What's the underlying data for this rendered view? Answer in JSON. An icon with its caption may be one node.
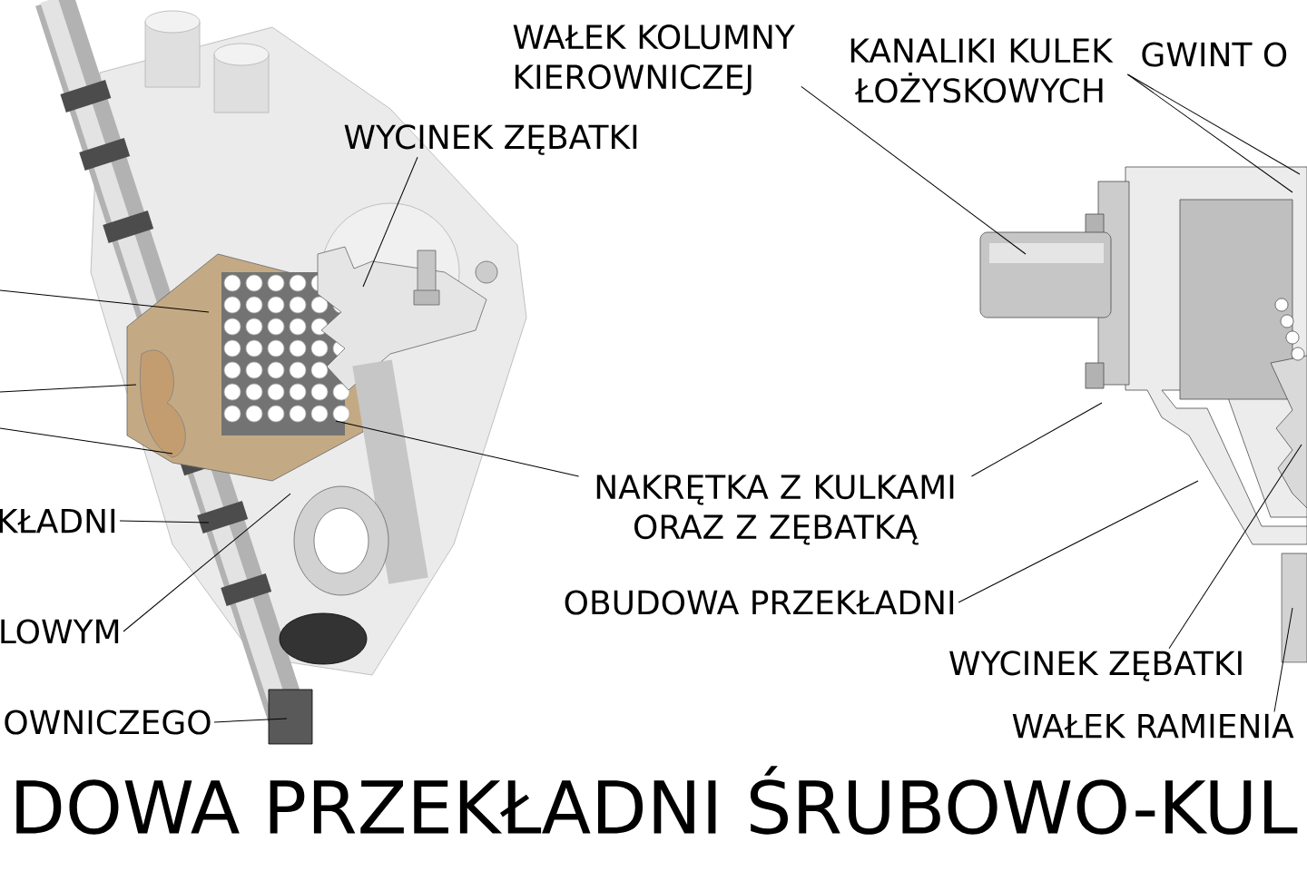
{
  "diagram": {
    "title": "DOWA PRZEKŁADNI ŚRUBOWO-KUL",
    "nodes": [
      {
        "text": [],
        "shape": "picture"
      },
      {
        "text": [],
        "shape": "picture"
      },
      {
        "text": [
          "WAŁEK KOLUMNY KIEROWNICZEJ"
        ]
      },
      {
        "text": [
          "KANALIKI KULEK ŁOŻYSKOWYCH"
        ]
      },
      {
        "text": [
          "WYCINEK ZĘBATKI"
        ]
      },
      {
        "text": [
          "KŁADNI"
        ]
      },
      {
        "text": [
          "NAKRĘTKA Z KULKAMI ORAZ Z ZĘBATKĄ"
        ]
      },
      {
        "text": [
          "OBUDOWA PRZEKŁADNI"
        ]
      },
      {
        "text": [
          "LOWYM"
        ]
      },
      {
        "text": [
          "WYCINEK ZĘBATKI"
        ]
      },
      {
        "text": [
          "OWNICZEGO"
        ]
      },
      {
        "text": [
          "WAŁEK RAMIENIA"
        ]
      }
    ],
    "edges": [
      {
        "from": 2,
        "to": 1,
        "arrow": "none"
      },
      {
        "from": 3,
        "to": 1,
        "arrow": "none"
      },
      {
        "from": 3,
        "to": 1,
        "arrow": "none"
      },
      {
        "from": 4,
        "to": 0,
        "arrow": "none"
      },
      {
        "from": null,
        "to": 0,
        "arrow": "none"
      },
      {
        "from": null,
        "to": 0,
        "arrow": "none"
      },
      {
        "from": null,
        "to": 0,
        "arrow": "none"
      },
      {
        "from": 5,
        "to": 0,
        "arrow": "none"
      },
      {
        "from": 6,
        "to": 0,
        "arrow": "none"
      },
      {
        "from": 6,
        "to": 1,
        "arrow": "none"
      },
      {
        "from": 7,
        "to": 1,
        "arrow": "none"
      },
      {
        "from": 8,
        "to": 0,
        "arrow": "none"
      },
      {
        "from": 9,
        "to": 1,
        "arrow": "none"
      },
      {
        "from": 10,
        "to": 0,
        "arrow": "none"
      },
      {
        "from": 11,
        "to": 1,
        "arrow": "none"
      }
    ],
    "labels": [
      "GWINT O"
    ]
  }
}
